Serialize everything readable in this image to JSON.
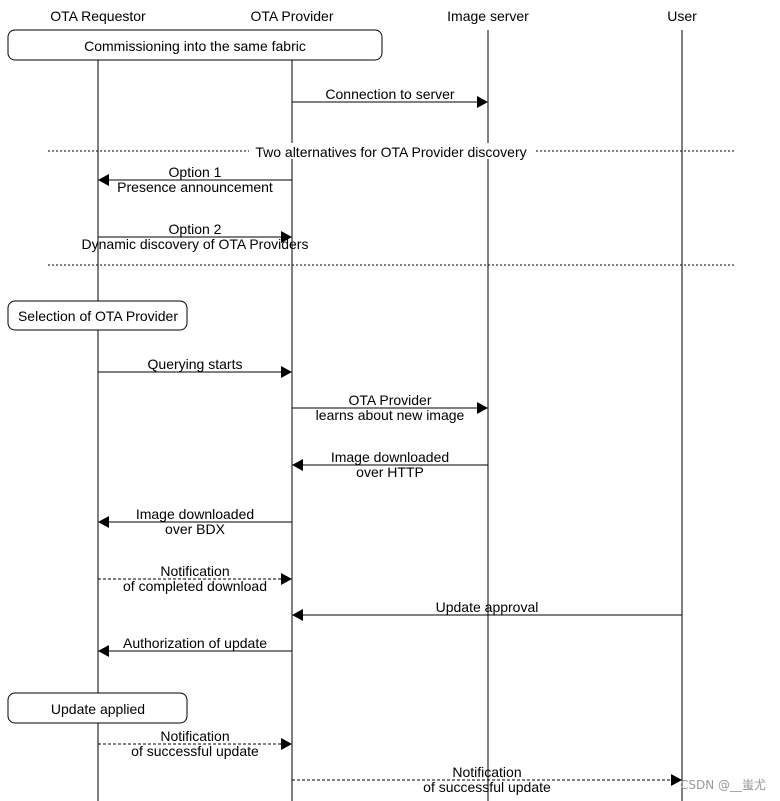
{
  "participants": [
    "OTA Requestor",
    "OTA Provider",
    "Image server",
    "User"
  ],
  "notes": {
    "commissioning": "Commissioning into the same fabric",
    "selection": "Selection of OTA Provider",
    "update_applied": "Update applied"
  },
  "separator": {
    "label": "Two alternatives for OTA Provider discovery"
  },
  "messages": [
    {
      "id": "connection",
      "from": "OTA Provider",
      "to": "Image server",
      "style": "solid",
      "lines": [
        "Connection to server"
      ]
    },
    {
      "id": "option1",
      "from": "OTA Provider",
      "to": "OTA Requestor",
      "style": "solid",
      "lines": [
        "Option 1",
        "Presence announcement"
      ]
    },
    {
      "id": "option2",
      "from": "OTA Requestor",
      "to": "OTA Provider",
      "style": "solid",
      "lines": [
        "Option 2",
        "Dynamic discovery of OTA Providers"
      ]
    },
    {
      "id": "querying",
      "from": "OTA Requestor",
      "to": "OTA Provider",
      "style": "solid",
      "lines": [
        "Querying starts"
      ]
    },
    {
      "id": "learns",
      "from": "OTA Provider",
      "to": "Image server",
      "style": "solid",
      "lines": [
        "OTA Provider",
        "learns about new image"
      ]
    },
    {
      "id": "http",
      "from": "Image server",
      "to": "OTA Provider",
      "style": "solid",
      "lines": [
        "Image downloaded",
        "over HTTP"
      ]
    },
    {
      "id": "bdx",
      "from": "OTA Provider",
      "to": "OTA Requestor",
      "style": "solid",
      "lines": [
        "Image downloaded",
        "over BDX"
      ]
    },
    {
      "id": "completed",
      "from": "OTA Requestor",
      "to": "OTA Provider",
      "style": "dashed",
      "lines": [
        "Notification",
        "of completed download"
      ]
    },
    {
      "id": "approval",
      "from": "User",
      "to": "OTA Provider",
      "style": "solid",
      "lines": [
        "Update approval"
      ]
    },
    {
      "id": "authorization",
      "from": "OTA Provider",
      "to": "OTA Requestor",
      "style": "solid",
      "lines": [
        "Authorization of update"
      ]
    },
    {
      "id": "success1",
      "from": "OTA Requestor",
      "to": "OTA Provider",
      "style": "dashed",
      "lines": [
        "Notification",
        "of successful update"
      ]
    },
    {
      "id": "success2",
      "from": "OTA Provider",
      "to": "User",
      "style": "dashed",
      "lines": [
        "Notification",
        "of successful update"
      ]
    }
  ],
  "watermark": "CSDN @__蚩尤"
}
